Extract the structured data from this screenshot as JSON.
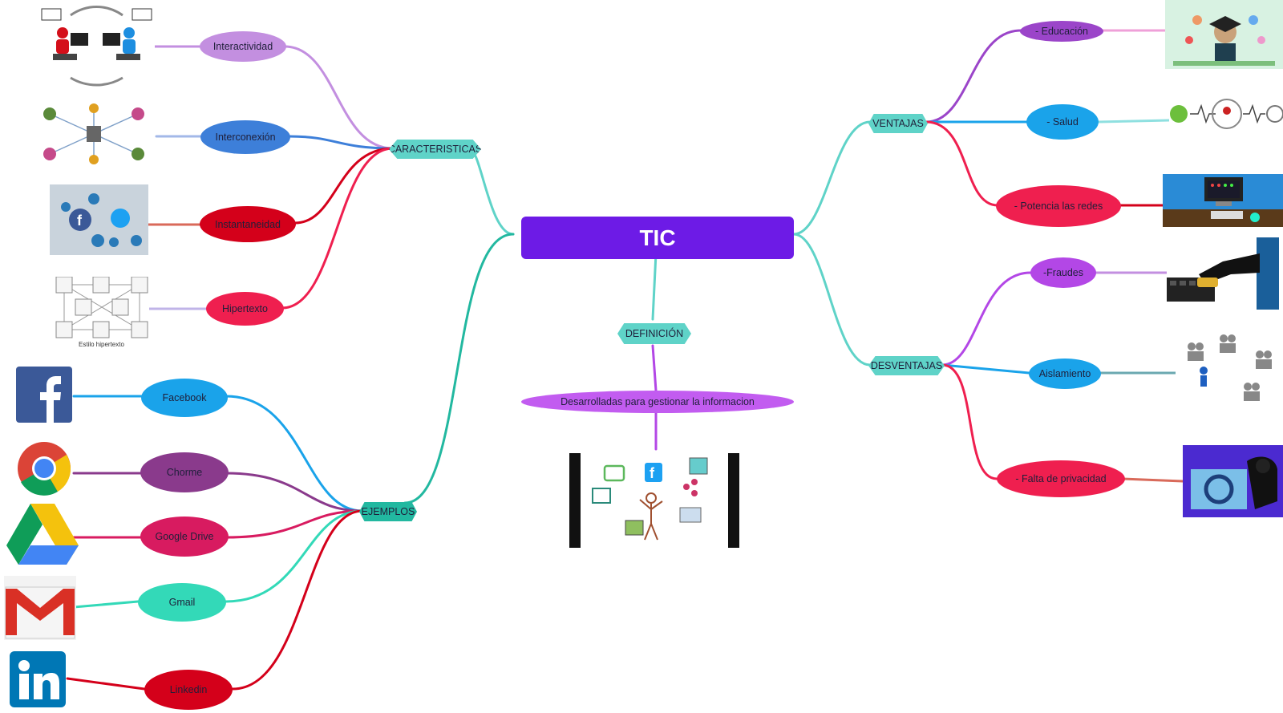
{
  "root": {
    "label": "TIC",
    "color": "#6d1be6"
  },
  "caracteristicas": {
    "label": "CARACTERISTICAS",
    "items": [
      "Interactividad",
      "Interconexión",
      "Instantaneidad",
      "Hipertexto"
    ]
  },
  "hipertexto_caption": "Estilo hipertexto",
  "ejemplos": {
    "label": "EJEMPLOS",
    "items": [
      "Facebook",
      "Chorme",
      "Google Drive",
      "Gmail",
      "Linkedin"
    ]
  },
  "definicion": {
    "label": "DEFINICIÓN",
    "text": "Desarrolladas para gestionar la informacion"
  },
  "ventajas": {
    "label": "VENTAJAS",
    "items": [
      "- Educación",
      "- Salud",
      "- Potencia las redes"
    ]
  },
  "desventajas": {
    "label": "DESVENTAJAS",
    "items": [
      "-Fraudes",
      "Aislamiento",
      "- Falta de privacidad"
    ]
  },
  "colors": {
    "teal": "#5fd3c8",
    "lavender": "#c38fe0",
    "blue": "#3d7fd9",
    "red": "#d4001a",
    "crimson": "#ef1f4f",
    "sky": "#1aa3ea",
    "plum": "#8a3a8c",
    "magenta": "#d81b60",
    "mint": "#33d9b8",
    "violet": "#b347e6",
    "orchid": "#9b45c9"
  },
  "icons": {
    "interactividad_image": "people-at-computers-icon",
    "interconexion_image": "network-people-icon",
    "instantaneidad_image": "social-media-globe-icon",
    "hipertexto_image": "hypertext-diagram-icon",
    "facebook_logo": "facebook-icon",
    "chrome_logo": "chrome-icon",
    "drive_logo": "google-drive-icon",
    "gmail_logo": "gmail-icon",
    "linkedin_logo": "linkedin-icon",
    "definicion_image": "ict-illustration-icon",
    "educacion_image": "graduation-icon",
    "salud_image": "health-icons",
    "redes_image": "desk-computer-icon",
    "fraudes_image": "hacker-hand-icon",
    "aislamiento_image": "isolated-person-icon",
    "privacidad_image": "cyber-spy-icon"
  }
}
